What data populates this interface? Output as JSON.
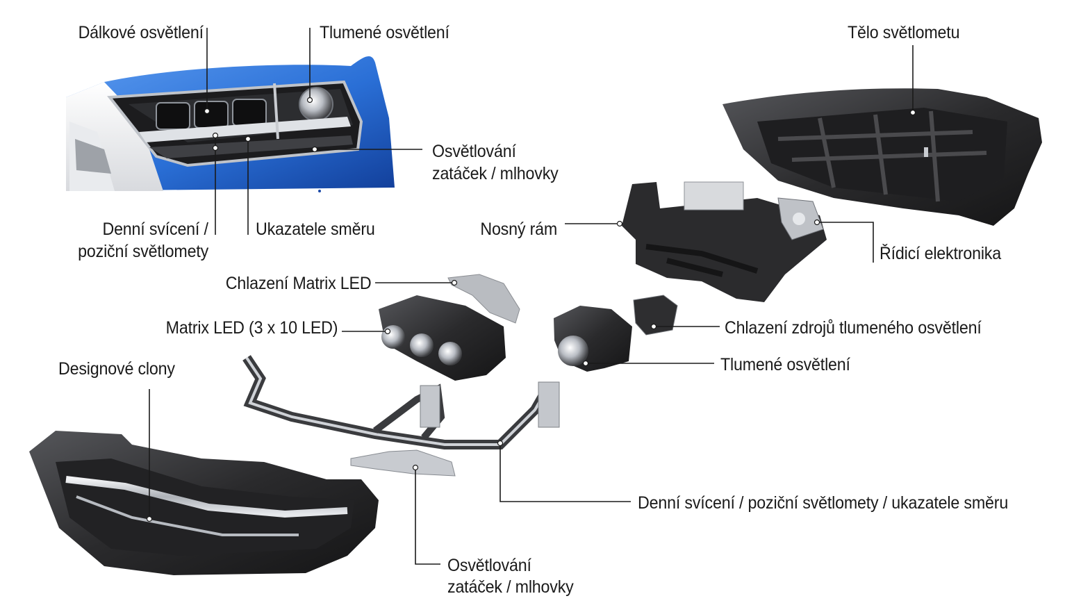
{
  "labels": {
    "high_beam": "Dálkové osvětlení",
    "low_beam_top": "Tlumené osvětlení",
    "housing": "Tělo světlometu",
    "cornering_top_line1": "Osvětlování",
    "cornering_top_line2": "zatáček / mlhovky",
    "drl_line1": "Denní svícení /",
    "drl_line2": "poziční světlomety",
    "indicators": "Ukazatele směru",
    "support_frame": "Nosný rám",
    "control_electronics": "Řídicí elektronika",
    "matrix_cooling": "Chlazení Matrix LED",
    "matrix_led": "Matrix LED (3 x 10 LED)",
    "lowbeam_cooling": "Chlazení zdrojů tlumeného osvětlení",
    "low_beam_module": "Tlumené osvětlení",
    "design_bezels": "Designové clony",
    "drl_combined": "Denní svícení / poziční světlomety / ukazatele směru",
    "cornering_bottom_line1": "Osvětlování",
    "cornering_bottom_line2": "zatáček / mlhovky"
  },
  "colors": {
    "car_paint": "#2a6fd6",
    "car_paint_dark": "#123f9a",
    "plastic_dark": "#2a2a2c",
    "plastic_mid": "#4a4a4d",
    "chrome": "#c9ccd1",
    "leader_line": "#1a1a1a",
    "label_text": "#1a1a1a"
  }
}
